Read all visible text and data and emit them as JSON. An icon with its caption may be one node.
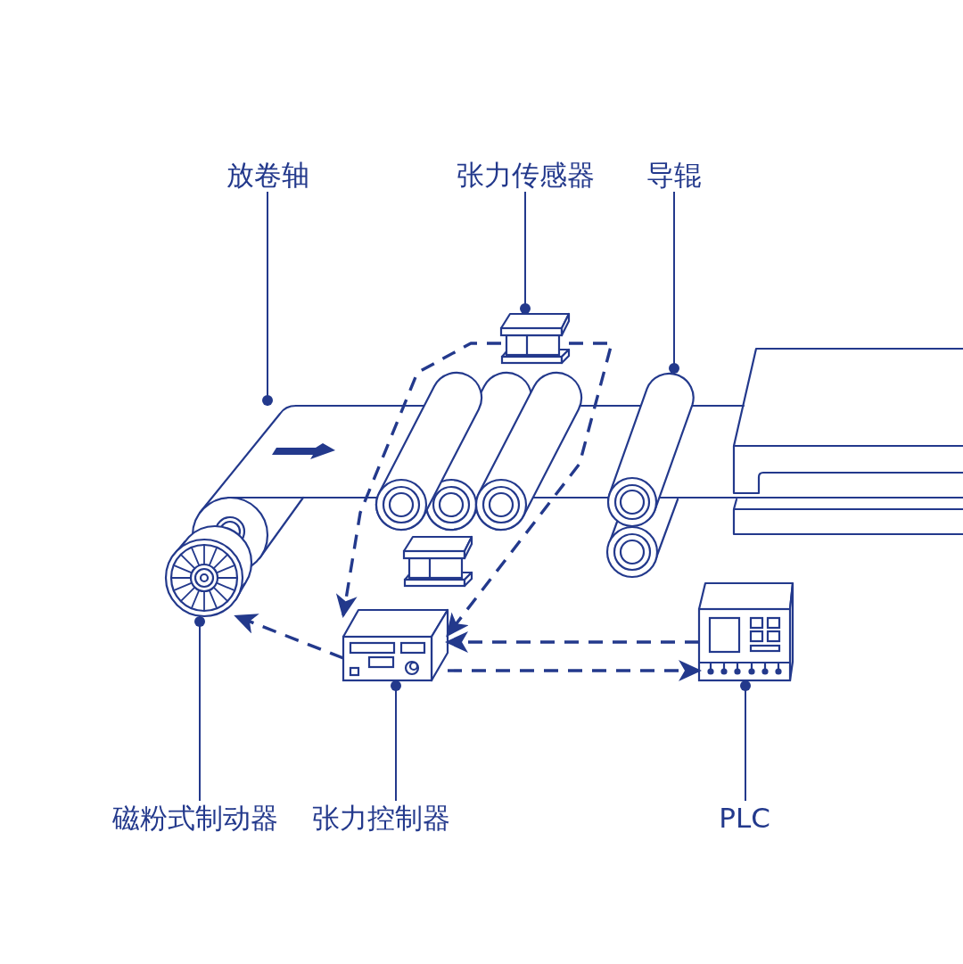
{
  "diagram": {
    "nodes": [
      {
        "text": [
          "放卷轴"
        ]
      },
      {
        "text": [
          "张力传感器"
        ]
      },
      {
        "text": [
          "导辊"
        ]
      },
      {
        "text": [
          "磁粉式制动器"
        ]
      },
      {
        "text": [
          "张力控制器"
        ]
      },
      {
        "text": [
          "PLC"
        ]
      },
      {
        "text": [],
        "shape": "picture"
      },
      {
        "text": [],
        "shape": "picture"
      },
      {
        "text": [],
        "shape": "picture"
      },
      {
        "text": [],
        "shape": "picture"
      },
      {
        "text": [],
        "shape": "picture"
      },
      {
        "text": [],
        "shape": "picture"
      },
      {
        "text": [],
        "shape": "picture"
      }
    ],
    "edges": [
      {
        "from": 0,
        "to": 6,
        "arrow": "other"
      },
      {
        "from": 1,
        "to": 7,
        "arrow": "other"
      },
      {
        "from": 2,
        "to": 9,
        "arrow": "other"
      },
      {
        "from": 3,
        "to": 10,
        "arrow": "other"
      },
      {
        "from": 4,
        "to": 11,
        "arrow": "other"
      },
      {
        "from": 5,
        "to": 12,
        "arrow": "other"
      },
      {
        "from": 7,
        "to": 11,
        "arrow": "to",
        "style": "dashed"
      },
      {
        "from": 7,
        "to": 11,
        "arrow": "to",
        "style": "dashed"
      },
      {
        "from": 11,
        "to": 10,
        "arrow": "to",
        "style": "dashed"
      },
      {
        "from": 12,
        "to": 11,
        "arrow": "to",
        "style": "dashed"
      },
      {
        "from": 11,
        "to": 12,
        "arrow": "to",
        "style": "dashed"
      }
    ]
  }
}
